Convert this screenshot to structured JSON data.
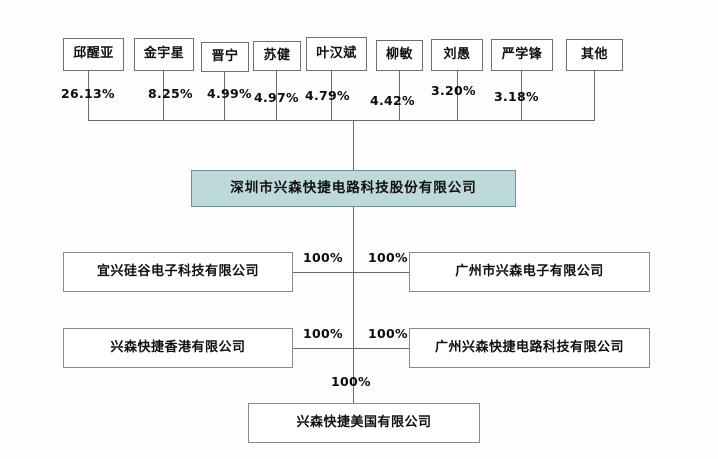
{
  "diagram": {
    "type": "organizational-ownership-chart",
    "parent": {
      "name": "深圳市兴森快捷电路科技股份有限公司"
    },
    "shareholders": [
      {
        "name": "邱醒亚",
        "percent": "26.13%"
      },
      {
        "name": "金宇星",
        "percent": "8.25%"
      },
      {
        "name": "晋宁",
        "percent": "4.99%"
      },
      {
        "name": "苏健",
        "percent": "4.97%"
      },
      {
        "name": "叶汉斌",
        "percent": "4.79%"
      },
      {
        "name": "柳敏",
        "percent": "4.42%"
      },
      {
        "name": "刘愚",
        "percent": "3.20%"
      },
      {
        "name": "严学锋",
        "percent": "3.18%"
      },
      {
        "name": "其他",
        "percent": ""
      }
    ],
    "subsidiaries": [
      {
        "name": "宜兴硅谷电子科技有限公司",
        "percent": "100%"
      },
      {
        "name": "广州市兴森电子有限公司",
        "percent": "100%"
      },
      {
        "name": "兴森快捷香港有限公司",
        "percent": "100%"
      },
      {
        "name": "广州兴森快捷电路科技有限公司",
        "percent": "100%"
      },
      {
        "name": "兴森快捷美国有限公司",
        "percent": "100%"
      }
    ],
    "colors": {
      "parent_fill": "#bdd9da",
      "line": "#6b6b6b",
      "border": "#8a8a8a",
      "background": "#fdfdfd"
    }
  }
}
